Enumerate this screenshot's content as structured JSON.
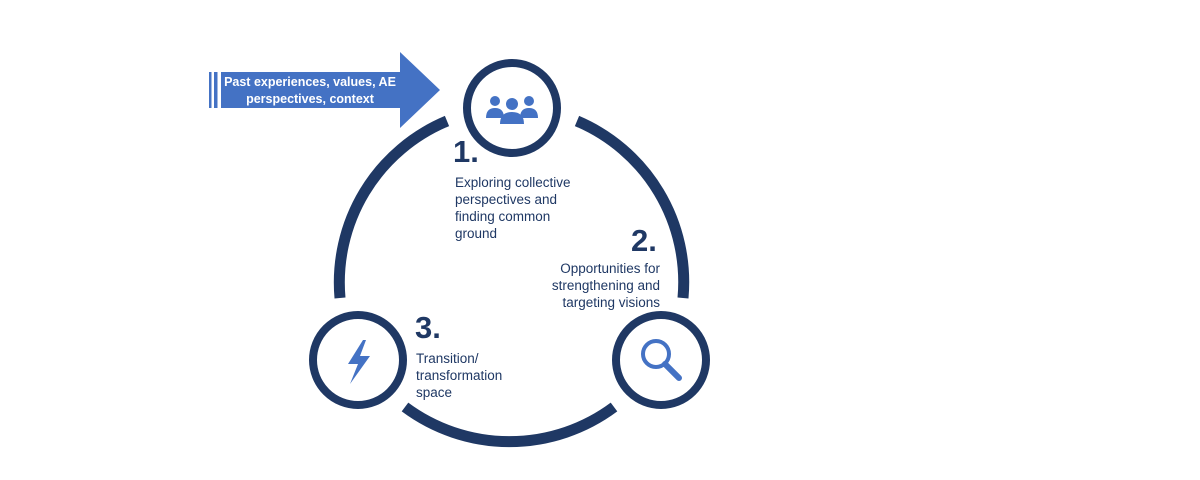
{
  "arrow": {
    "line1": "Past experiences, values, AE",
    "line2": "perspectives, context"
  },
  "steps": [
    {
      "number": "1.",
      "lines": [
        "Exploring collective",
        "perspectives and",
        "finding common",
        "ground"
      ],
      "icon": "people-group-icon"
    },
    {
      "number": "2.",
      "lines": [
        "Opportunities for",
        "strengthening and",
        "targeting visions"
      ],
      "icon": "magnifier-icon"
    },
    {
      "number": "3.",
      "lines": [
        "Transition/",
        "transformation",
        "space"
      ],
      "icon": "lightning-bolt-icon"
    }
  ],
  "colors": {
    "ring": "#1f3864",
    "arrow": "#4472c4",
    "icon": "#4472c4",
    "text": "#1f3864"
  }
}
